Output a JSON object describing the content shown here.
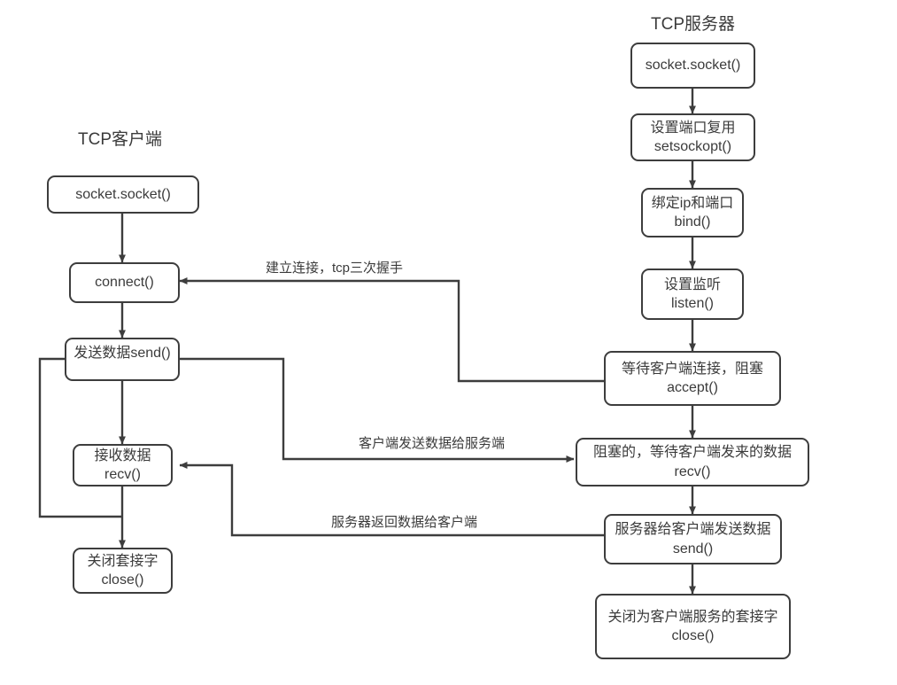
{
  "diagram": {
    "title_client": "TCP客户端",
    "title_server": "TCP服务器",
    "client_nodes": [
      {
        "id": "c-socket",
        "l1": "socket.socket()",
        "l2": ""
      },
      {
        "id": "c-connect",
        "l1": "connect()",
        "l2": ""
      },
      {
        "id": "c-send",
        "l1": "发送数据send()",
        "l2": ""
      },
      {
        "id": "c-recv",
        "l1": "接收数据",
        "l2": "recv()"
      },
      {
        "id": "c-close",
        "l1": "关闭套接字",
        "l2": "close()"
      }
    ],
    "server_nodes": [
      {
        "id": "s-socket",
        "l1": "socket.socket()",
        "l2": ""
      },
      {
        "id": "s-setsockopt",
        "l1": "设置端口复用",
        "l2": "setsockopt()"
      },
      {
        "id": "s-bind",
        "l1": "绑定ip和端口",
        "l2": "bind()"
      },
      {
        "id": "s-listen",
        "l1": "设置监听",
        "l2": "listen()"
      },
      {
        "id": "s-accept",
        "l1": "等待客户端连接，阻塞",
        "l2": "accept()"
      },
      {
        "id": "s-recv",
        "l1": "阻塞的，等待客户端发来的数据",
        "l2": "recv()"
      },
      {
        "id": "s-send",
        "l1": "服务器给客户端发送数据",
        "l2": "send()"
      },
      {
        "id": "s-close",
        "l1": "关闭为客户端服务的套接字",
        "l2": "close()"
      }
    ],
    "edge_labels": [
      {
        "id": "lbl-handshake",
        "text": "建立连接，tcp三次握手"
      },
      {
        "id": "lbl-client-send",
        "text": "客户端发送数据给服务端"
      },
      {
        "id": "lbl-server-reply",
        "text": "服务器返回数据给客户端"
      }
    ],
    "colors": {
      "stroke": "#3d3d3d",
      "text": "#3b3b3b",
      "background": "#ffffff"
    }
  }
}
